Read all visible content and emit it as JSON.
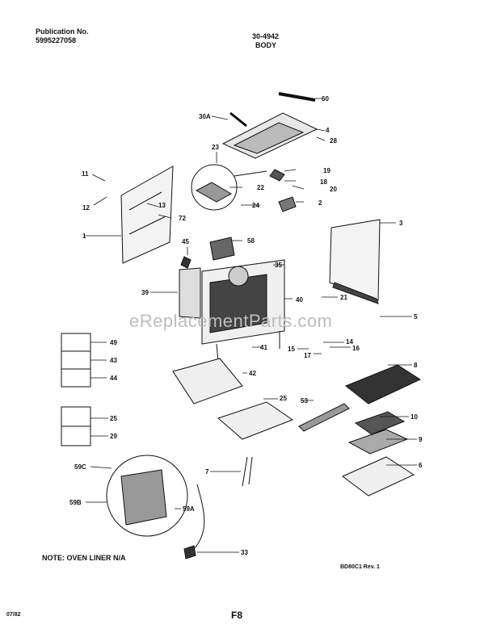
{
  "header": {
    "publication_label": "Publication No.",
    "publication_number": "5995227058",
    "model_code": "30-4942",
    "section_title": "BODY"
  },
  "callouts": {
    "c60": "60",
    "c30a": "30A",
    "c4": "4",
    "c28": "28",
    "c23": "23",
    "c11": "11",
    "c19": "19",
    "c18": "18",
    "c13": "13",
    "c22": "22",
    "c20": "20",
    "c12": "12",
    "c24": "24",
    "c2": "2",
    "c72": "72",
    "c3": "3",
    "c1": "1",
    "c45": "45",
    "c58": "58",
    "c35": "35",
    "c39": "39",
    "c40": "40",
    "c21": "21",
    "c5": "5",
    "c49": "49",
    "c43": "43",
    "c44": "44",
    "c41": "41",
    "c14": "14",
    "c15": "15",
    "c16": "16",
    "c17": "17",
    "c42": "42",
    "c8": "8",
    "c25a": "25",
    "c25b": "25",
    "c29": "29",
    "c53": "53",
    "c10": "10",
    "c9": "9",
    "c59c": "59C",
    "c7": "7",
    "c6": "6",
    "c59b": "59B",
    "c59a": "59A",
    "c33": "33"
  },
  "footer": {
    "note": "NOTE: OVEN LINER N/A",
    "revision": "BD80C1 Rev. 1",
    "date": "07/82",
    "page": "F8"
  },
  "watermark": "eReplacementParts.com"
}
